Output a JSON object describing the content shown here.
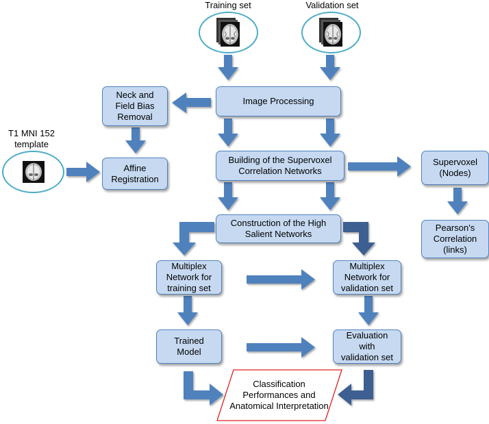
{
  "inputs": {
    "training_label": "Training set",
    "validation_label": "Validation set",
    "template_label": "T1 MNI 152\ntemplate"
  },
  "boxes": {
    "image_processing": "Image Processing",
    "neck_field": "Neck and\nField Bias\nRemoval",
    "affine": "Affine\nRegistration",
    "building": "Building of the Supervoxel\nCorrelation Networks",
    "supervoxel": "Supervoxel\n(Nodes)",
    "pearson": "Pearson's\nCorrelation\n(links)",
    "construction": "Construction of the High\nSalient Networks",
    "multiplex_training": "Multiplex\nNetwork for\ntraining set",
    "multiplex_validation": "Multiplex\nNetwork for\nvalidation set",
    "trained_model": "Trained\nModel",
    "evaluation": "Evaluation\nwith\nvalidation set",
    "classification": "Classification\nPerformances and\nAnatomical Interpretation"
  },
  "colors": {
    "box_fill": "#c6d9f1",
    "box_border": "#4f81bd",
    "arrow": "#4f81bd",
    "arrow_dark": "#3c5f91",
    "oval_border": "#4bacc6",
    "output_border": "#e02020"
  },
  "icons": {
    "brain_scan": "brain-mri-slice-icon"
  }
}
